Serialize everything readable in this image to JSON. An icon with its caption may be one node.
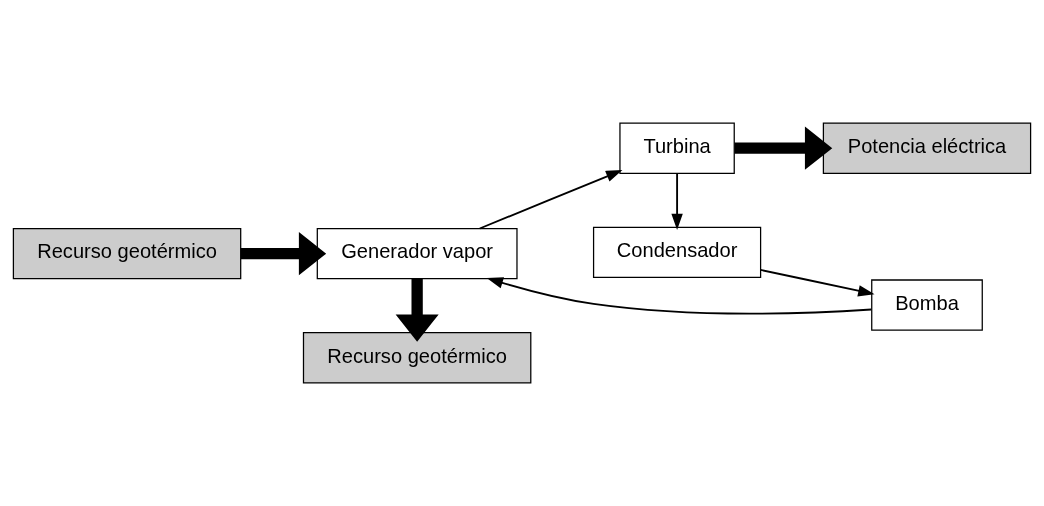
{
  "diagram": {
    "nodes": [
      {
        "text": [
          "Recurso geotérmico"
        ]
      },
      {
        "text": [
          "Generador vapor"
        ]
      },
      {
        "text": [
          "Recurso geotérmico"
        ]
      },
      {
        "text": [
          "Turbina"
        ]
      },
      {
        "text": [
          "Potencia eléctrica"
        ]
      },
      {
        "text": [
          "Condensador"
        ]
      },
      {
        "text": [
          "Bomba"
        ]
      }
    ],
    "edges": [
      {
        "from": 0,
        "to": 1,
        "arrow": "to",
        "style": "thick"
      },
      {
        "from": 1,
        "to": 2,
        "arrow": "to",
        "style": "thick"
      },
      {
        "from": 1,
        "to": 3,
        "arrow": "to"
      },
      {
        "from": 3,
        "to": 4,
        "arrow": "to",
        "style": "thick"
      },
      {
        "from": 3,
        "to": 5,
        "arrow": "to"
      },
      {
        "from": 5,
        "to": 6,
        "arrow": "to"
      },
      {
        "from": 6,
        "to": 1,
        "arrow": "to"
      }
    ]
  }
}
